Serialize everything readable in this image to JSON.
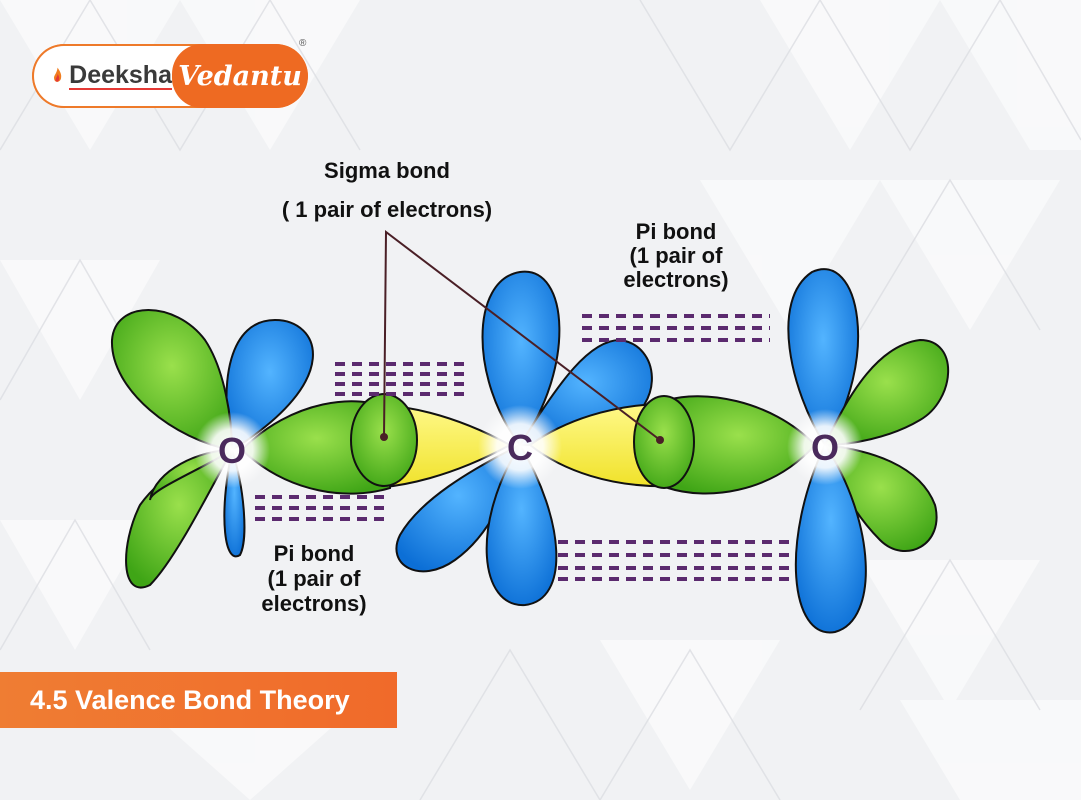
{
  "brand": {
    "name_primary": "Deeksha",
    "name_secondary": "Vedantu",
    "registered_mark": "®"
  },
  "diagram": {
    "atoms": [
      {
        "symbol": "O",
        "role": "left-oxygen"
      },
      {
        "symbol": "C",
        "role": "carbon"
      },
      {
        "symbol": "O",
        "role": "right-oxygen"
      }
    ],
    "labels": {
      "sigma_title": "Sigma bond",
      "sigma_detail": "( 1 pair of electrons)",
      "pi_top_l1": "Pi bond",
      "pi_top_l2": "(1 pair of",
      "pi_top_l3": "electrons)",
      "pi_bottom_l1": "Pi bond",
      "pi_bottom_l2": "(1 pair of",
      "pi_bottom_l3": "electrons)"
    },
    "colors": {
      "sp_orbital": "#5cc21a",
      "p_orbital": "#1a86e6",
      "sigma_overlap": "#f6ef4a",
      "pi_dash": "#5b2a6e",
      "outline": "#111111"
    }
  },
  "footer": {
    "title": "4.5 Valence Bond Theory",
    "color": "#ef7430"
  }
}
